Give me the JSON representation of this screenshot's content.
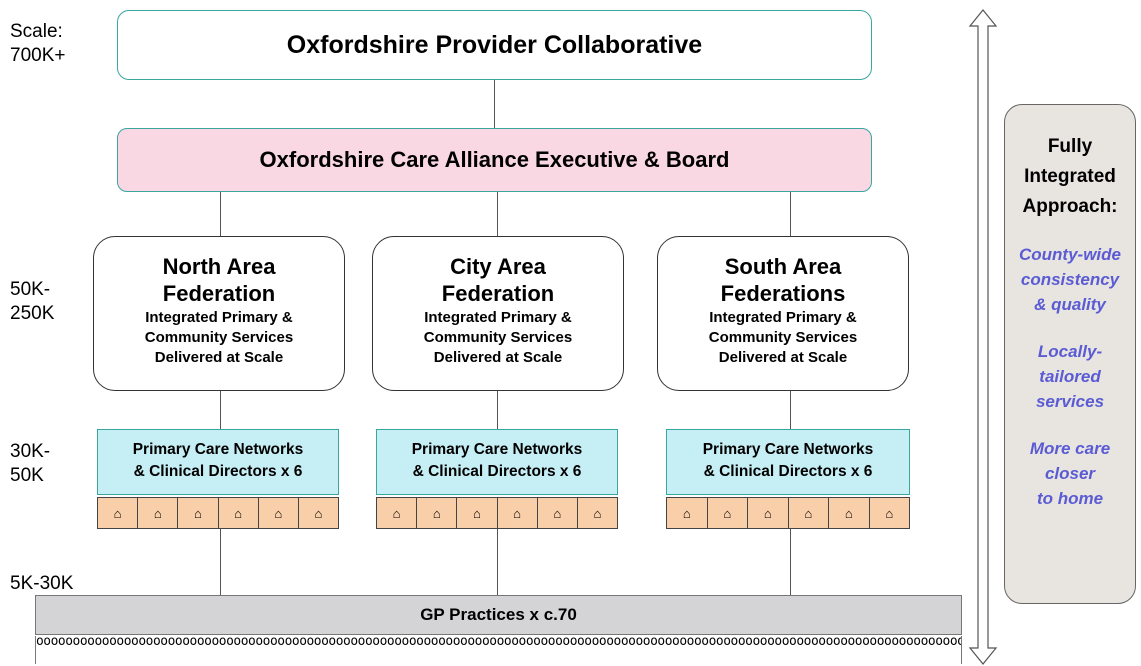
{
  "scale_labels": {
    "top": "Scale:\n700K+",
    "federation": "50K-\n250K",
    "pcn": "30K-\n50K",
    "practice": "5K-30K"
  },
  "top_box": "Oxfordshire Provider Collaborative",
  "alliance_box": "Oxfordshire Care Alliance Executive & Board",
  "federations": [
    {
      "title": "North Area\nFederation",
      "subtitle": "Integrated Primary &\nCommunity Services\nDelivered at Scale"
    },
    {
      "title": "City Area\nFederation",
      "subtitle": "Integrated Primary &\nCommunity Services\nDelivered at Scale"
    },
    {
      "title": "South Area\nFederations",
      "subtitle": "Integrated Primary &\nCommunity Services\nDelivered at Scale"
    }
  ],
  "pcn_label": "Primary Care Networks\n& Clinical Directors x 6",
  "house_icon": "⌂",
  "gp_label": "GP Practices x c.70",
  "gp_strip": "ooooooooooooooooooooooooooooooooooooooooooooooooooooooooooooooooooooooooooooooooooooooooooooooooooooooooooooooooooooooooooooooooooooooooooooooooooooooooooooooooo",
  "approach": {
    "heading": "Fully\nIntegrated\nApproach:",
    "items": [
      "County-wide\nconsistency\n& quality",
      "Locally-\ntailored\nservices",
      "More care\ncloser\nto home"
    ]
  }
}
